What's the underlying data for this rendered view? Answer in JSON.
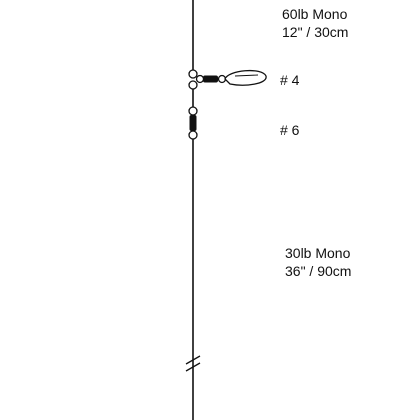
{
  "upper_leader": {
    "line_label": "60lb Mono",
    "length_label": "12\" / 30cm"
  },
  "swivel_labels": {
    "snap_swivel": "# 4",
    "barrel_swivel": "# 6"
  },
  "lower_leader": {
    "line_label": "30lb Mono",
    "length_label": "36\" / 90cm"
  },
  "colors": {
    "line": "#111111",
    "swivel_body": "#111111",
    "background": "#ffffff"
  }
}
